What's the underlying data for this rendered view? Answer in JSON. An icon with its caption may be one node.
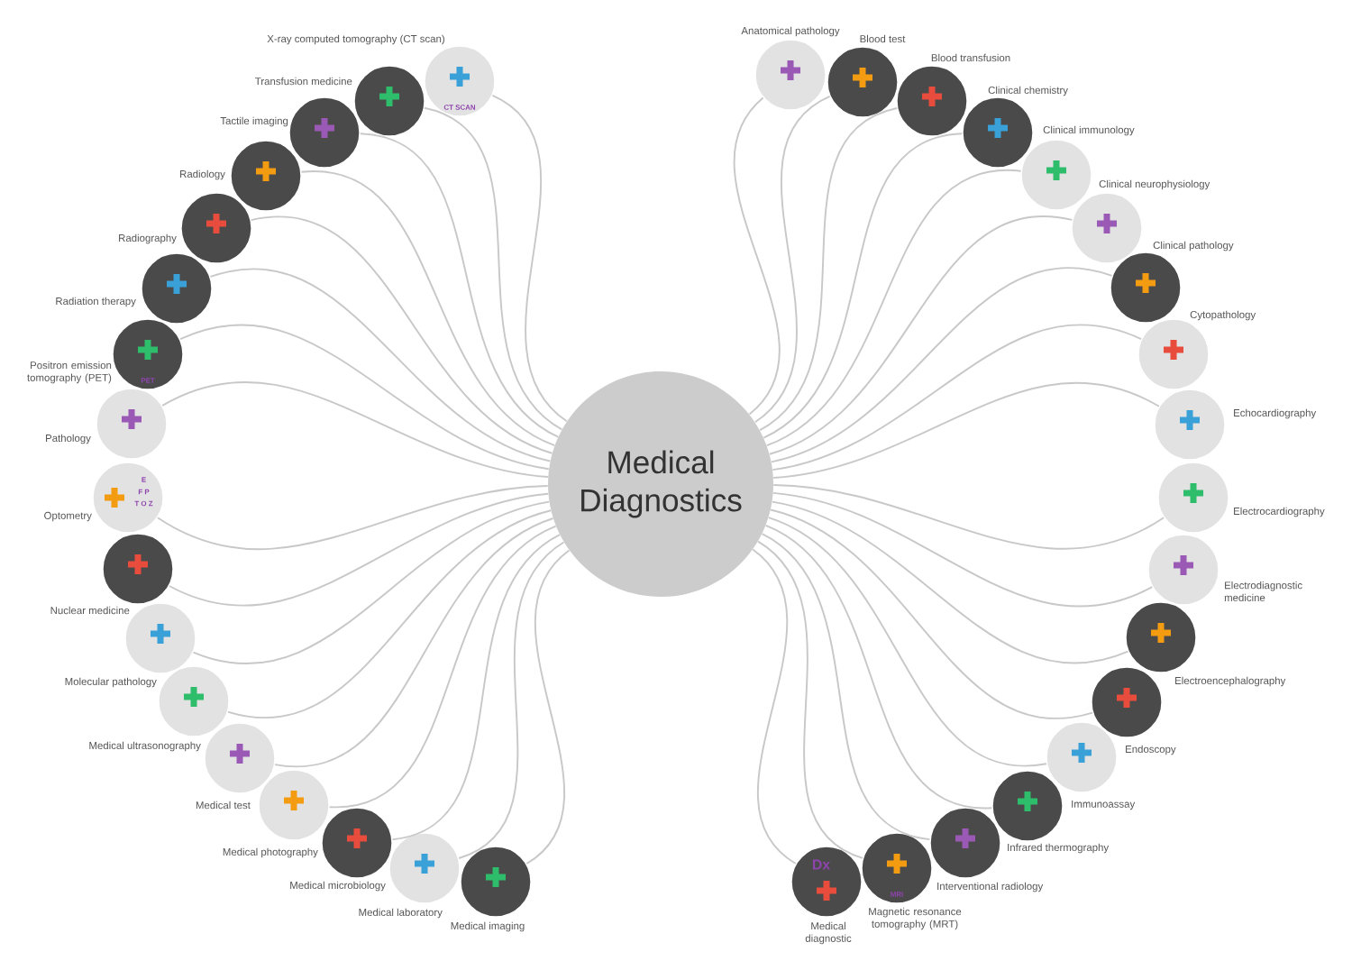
{
  "diagram": {
    "nodes": [
      {
        "text": [
          "Medical Diagnostics"
        ]
      },
      {
        "text": [
          "X-ray computed tomography (CT scan)"
        ]
      },
      {
        "text": [
          "Transfusion medicine"
        ]
      },
      {
        "text": [
          "Tactile imaging"
        ]
      },
      {
        "text": [
          "Radiology"
        ]
      },
      {
        "text": [
          "Radiography"
        ]
      },
      {
        "text": [
          "Radiation therapy"
        ]
      },
      {
        "text": [
          "Positron emission tomography (PET)"
        ]
      },
      {
        "text": [
          "Pathology"
        ]
      },
      {
        "text": [
          "Optometry"
        ]
      },
      {
        "text": [
          "Nuclear medicine"
        ]
      },
      {
        "text": [
          "Molecular pathology"
        ]
      },
      {
        "text": [
          "Medical ultrasonography"
        ]
      },
      {
        "text": [
          "Medical test"
        ]
      },
      {
        "text": [
          "Medical photography"
        ]
      },
      {
        "text": [
          "Medical microbiology"
        ]
      },
      {
        "text": [
          "Medical laboratory"
        ]
      },
      {
        "text": [
          "Medical imaging"
        ]
      },
      {
        "text": [
          "Anatomical pathology"
        ]
      },
      {
        "text": [
          "Blood test"
        ]
      },
      {
        "text": [
          "Blood transfusion"
        ]
      },
      {
        "text": [
          "Clinical chemistry"
        ]
      },
      {
        "text": [
          "Clinical immunology"
        ]
      },
      {
        "text": [
          "Clinical neurophysiology"
        ]
      },
      {
        "text": [
          "Clinical pathology"
        ]
      },
      {
        "text": [
          "Cytopathology"
        ]
      },
      {
        "text": [
          "Echocardiography"
        ]
      },
      {
        "text": [
          "Electrocardiography"
        ]
      },
      {
        "text": [
          "Electrodiagnostic medicine"
        ]
      },
      {
        "text": [
          "Electroencephalography"
        ]
      },
      {
        "text": [
          "Endoscopy"
        ]
      },
      {
        "text": [
          "Immunoassay"
        ]
      },
      {
        "text": [
          "Infrared thermography"
        ]
      },
      {
        "text": [
          "Interventional radiology"
        ]
      },
      {
        "text": [
          "Magnetic resonance tomography (MRT)"
        ]
      },
      {
        "text": [
          "Medical diagnostic"
        ]
      }
    ],
    "edges": [
      {
        "from": 0,
        "to": 1,
        "arrow": "none"
      },
      {
        "from": 0,
        "to": 2,
        "arrow": "none"
      },
      {
        "from": 0,
        "to": 3,
        "arrow": "none"
      },
      {
        "from": 0,
        "to": 4,
        "arrow": "none"
      },
      {
        "from": 0,
        "to": 5,
        "arrow": "none"
      },
      {
        "from": 0,
        "to": 6,
        "arrow": "none"
      },
      {
        "from": 0,
        "to": 7,
        "arrow": "none"
      },
      {
        "from": 0,
        "to": 8,
        "arrow": "none"
      },
      {
        "from": 0,
        "to": 9,
        "arrow": "none"
      },
      {
        "from": 0,
        "to": 10,
        "arrow": "none"
      },
      {
        "from": 0,
        "to": 11,
        "arrow": "none"
      },
      {
        "from": 0,
        "to": 12,
        "arrow": "none"
      },
      {
        "from": 0,
        "to": 13,
        "arrow": "none"
      },
      {
        "from": 0,
        "to": 14,
        "arrow": "none"
      },
      {
        "from": 0,
        "to": 15,
        "arrow": "none"
      },
      {
        "from": 0,
        "to": 16,
        "arrow": "none"
      },
      {
        "from": 0,
        "to": 17,
        "arrow": "none"
      },
      {
        "from": 0,
        "to": 18,
        "arrow": "none"
      },
      {
        "from": 0,
        "to": 19,
        "arrow": "none"
      },
      {
        "from": 0,
        "to": 20,
        "arrow": "none"
      },
      {
        "from": 0,
        "to": 21,
        "arrow": "none"
      },
      {
        "from": 0,
        "to": 22,
        "arrow": "none"
      },
      {
        "from": 0,
        "to": 23,
        "arrow": "none"
      },
      {
        "from": 0,
        "to": 24,
        "arrow": "none"
      },
      {
        "from": 0,
        "to": 25,
        "arrow": "none"
      },
      {
        "from": 0,
        "to": 26,
        "arrow": "none"
      },
      {
        "from": 0,
        "to": 27,
        "arrow": "none"
      },
      {
        "from": 0,
        "to": 28,
        "arrow": "none"
      },
      {
        "from": 0,
        "to": 29,
        "arrow": "none"
      },
      {
        "from": 0,
        "to": 30,
        "arrow": "none"
      },
      {
        "from": 0,
        "to": 31,
        "arrow": "none"
      },
      {
        "from": 0,
        "to": 32,
        "arrow": "none"
      },
      {
        "from": 0,
        "to": 33,
        "arrow": "none"
      },
      {
        "from": 0,
        "to": 34,
        "arrow": "none"
      },
      {
        "from": 0,
        "to": 35,
        "arrow": "none"
      }
    ],
    "labels": [
      "CT SCAN",
      "PET",
      "E",
      "F P",
      "T O Z",
      "MRI",
      "Dx"
    ]
  }
}
